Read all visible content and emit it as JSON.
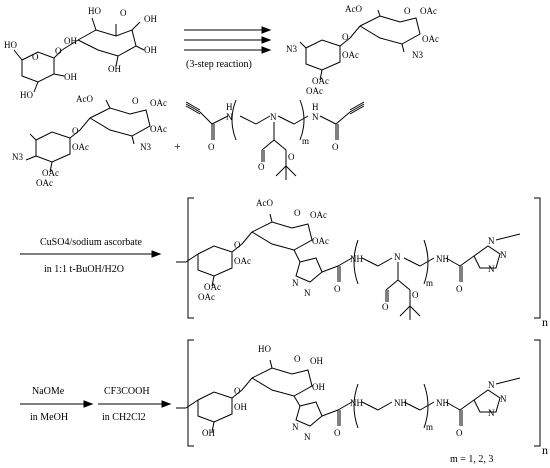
{
  "reaction_arrow_1": {
    "condition": "(3-step reaction)"
  },
  "plus_sign": "+",
  "atoms": {
    "HO": "HO",
    "OH": "OH",
    "O": "O",
    "AcO": "AcO",
    "OAc": "OAc",
    "N3": "N3",
    "N": "N",
    "H": "H",
    "m": "m",
    "n": "n",
    "NH": "NH"
  },
  "step2": {
    "reagent": "CuSO4/sodium ascorbate",
    "solvent": "in 1:1 t-BuOH/H2O"
  },
  "step3": {
    "reagent_1": "NaOMe",
    "solvent_1": "in MeOH",
    "reagent_2": "CF3COOH",
    "solvent_2": "in CH2Cl2"
  },
  "footnote": "m = 1, 2, 3"
}
